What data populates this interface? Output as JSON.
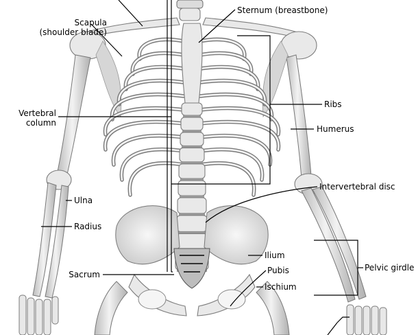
{
  "labels": {
    "scapula": "Scapula",
    "scapula_sub": "(shoulder blade)",
    "sternum": "Sternum (breastbone)",
    "vertebral_1": "Vertebral",
    "vertebral_2": "column",
    "ribs": "Ribs",
    "humerus": "Humerus",
    "ulna": "Ulna",
    "intervertebral": "Intervertebral disc",
    "radius": "Radius",
    "ilium": "Ilium",
    "pelvic": "Pelvic girdle",
    "sacrum": "Sacrum",
    "pubis": "Pubis",
    "ischium": "Ischium"
  }
}
